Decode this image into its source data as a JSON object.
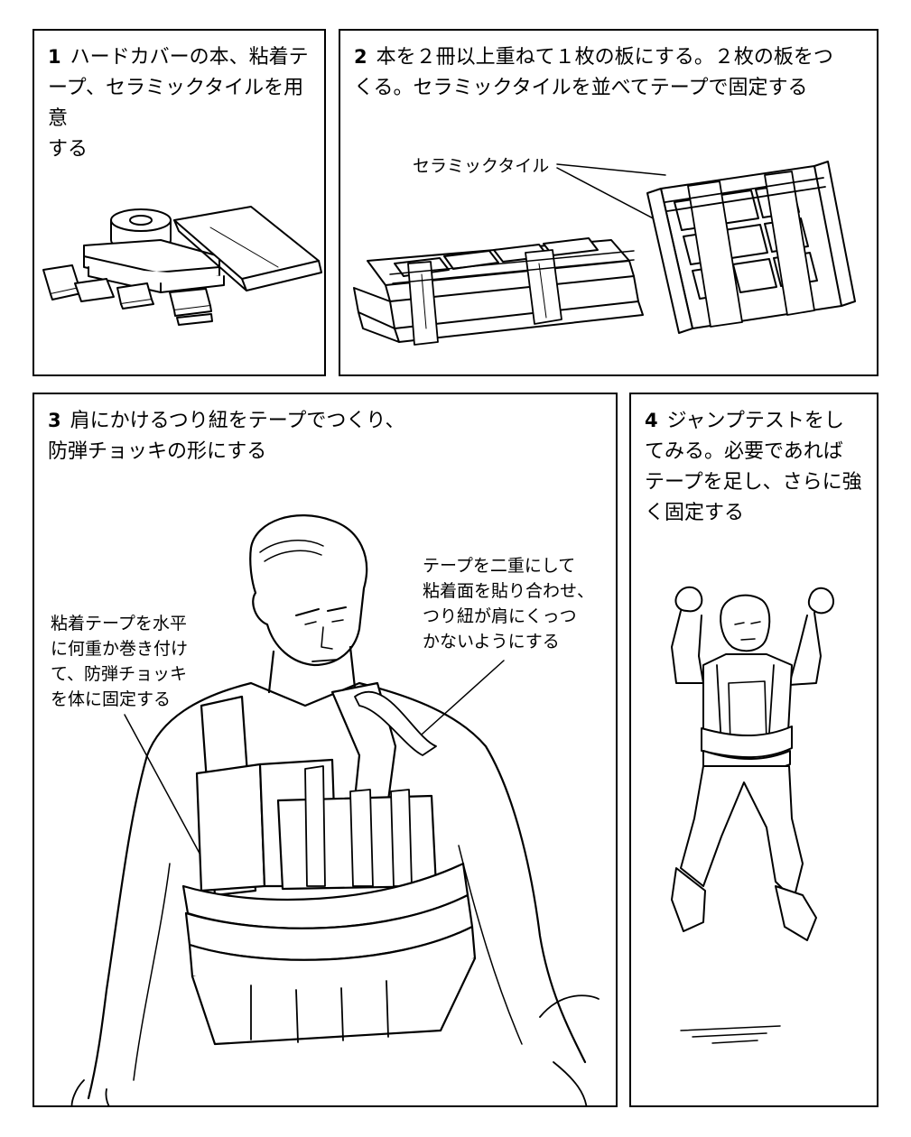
{
  "panels": [
    {
      "number": "1",
      "caption": [
        "ハードカバーの本、粘着テ",
        "ープ、セラミックタイルを用意",
        "する"
      ]
    },
    {
      "number": "2",
      "caption": [
        "本を２冊以上重ねて１枚の板にする。２枚の板をつ",
        "くる。セラミックタイルを並べてテープで固定する"
      ],
      "callout": "セラミックタイル"
    },
    {
      "number": "3",
      "caption": [
        "肩にかけるつり紐をテープでつくり、",
        "防弾チョッキの形にする"
      ],
      "callout_left": [
        "粘着テープを水平",
        "に何重か巻き付け",
        "て、防弾チョッキ",
        "を体に固定する"
      ],
      "callout_right": [
        "テープを二重にして",
        "粘着面を貼り合わせ、",
        "つり紐が肩にくっつ",
        "かないようにする"
      ]
    },
    {
      "number": "4",
      "caption": [
        "ジャンプテストをし",
        "てみる。必要であれば",
        "テープを足し、さらに強",
        "く固定する"
      ]
    }
  ],
  "colors": {
    "ink": "#000000",
    "paper": "#ffffff",
    "shade": "#d8d8d8"
  }
}
